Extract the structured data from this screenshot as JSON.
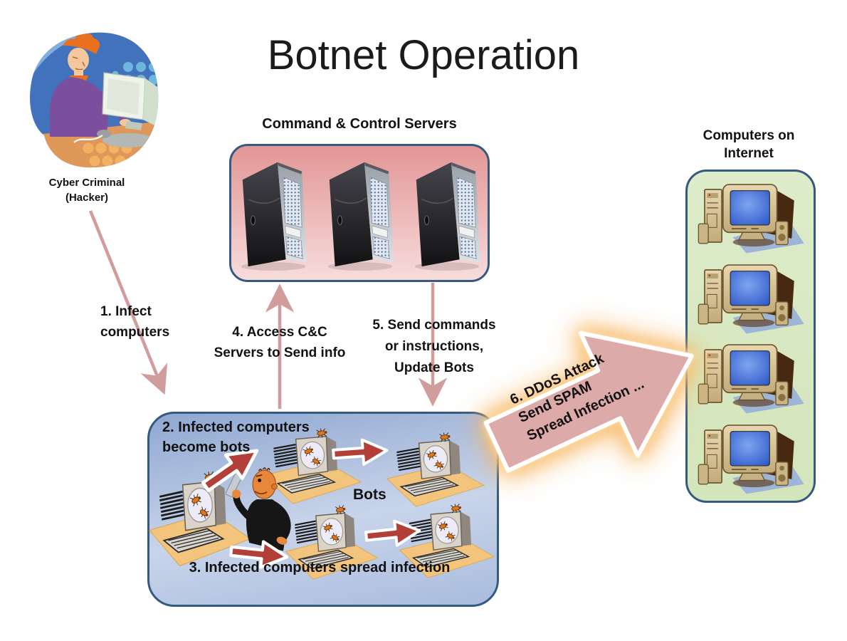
{
  "title": "Botnet Operation",
  "hacker": {
    "caption": "Cyber Criminal\n(Hacker)"
  },
  "cnc": {
    "title": "Command & Control Servers",
    "server_count": 3
  },
  "internet": {
    "title": "Computers on\nInternet",
    "computer_count": 4
  },
  "botnet": {
    "step2": "2. Infected computers\nbecome bots",
    "bots": "Bots",
    "step3": "3. Infected computers spread infection",
    "infected_computer_count": 5
  },
  "flows": {
    "step1": "1. Infect\ncomputers",
    "step4": "4. Access C&C\nServers to Send info",
    "step5": "5. Send commands\nor instructions,\nUpdate Bots",
    "step6": "6. DDoS Attack\nSend SPAM\nSpread Infection ..."
  },
  "icons": {
    "hacker": "hacker-at-computer-illustration",
    "server": "server-tower-icon",
    "internet_pc": "desktop-computer-icon",
    "infected_pc": "infected-computer-icon",
    "spreader": "suited-man-icon",
    "infect_arrow": "red-block-arrow-icon",
    "attack_arrow": "attack-block-arrow-icon"
  },
  "colors": {
    "connector_arrow": "#d09c9c",
    "infect_arrow_fill": "#b23f38",
    "attack_arrow_fill": "#dcaaa8",
    "attack_arrow_glow": "#f7bc6a",
    "box_border": "#35597f",
    "cnc_fill_top": "#e29696",
    "cnc_fill_bottom": "#f7dcdc",
    "botnet_fill_top": "#8fa7d1",
    "botnet_fill_bottom": "#a9bcdd",
    "internet_fill": "#d8e8c2",
    "desk_mat": "#f2c47c",
    "title_color": "#1b1b1b"
  }
}
